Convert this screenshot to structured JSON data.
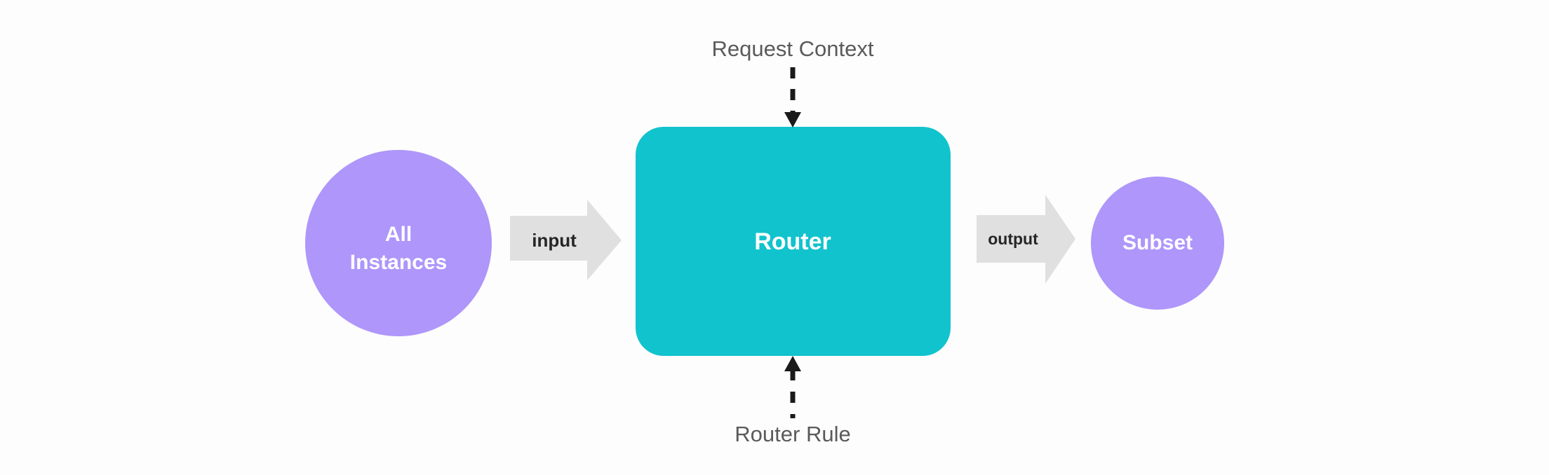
{
  "diagram": {
    "title": "Router flow diagram",
    "background_color": "#fdfdfd",
    "nodes": {
      "source": {
        "label_line1": "All",
        "label_line2": "Instances",
        "shape": "circle",
        "color": "#ae96fb",
        "text_color": "#ffffff"
      },
      "processor": {
        "label": "Router",
        "shape": "rounded-rectangle",
        "color": "#11c3cd",
        "text_color": "#ffffff"
      },
      "destination": {
        "label": "Subset",
        "shape": "circle",
        "color": "#ae96fb",
        "text_color": "#ffffff"
      }
    },
    "flows": {
      "input": {
        "label": "input",
        "shape": "block-arrow-right",
        "color": "#e0e0e0",
        "text_color": "#262626"
      },
      "output": {
        "label": "output",
        "shape": "block-arrow-right",
        "color": "#e0e0e0",
        "text_color": "#262626"
      }
    },
    "annotations": {
      "top": {
        "label": "Request Context",
        "connector": "dashed-arrow-down",
        "color": "#5a5a5a",
        "connector_color": "#1a1a1a"
      },
      "bottom": {
        "label": "Router Rule",
        "connector": "dashed-arrow-up",
        "color": "#5a5a5a",
        "connector_color": "#1a1a1a"
      }
    }
  }
}
